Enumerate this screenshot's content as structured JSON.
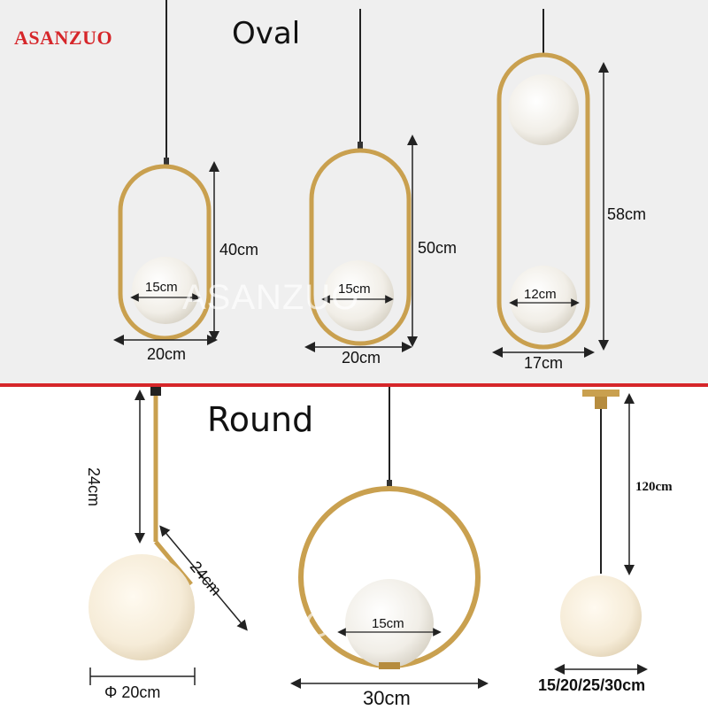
{
  "brand": "ASANZUO",
  "watermarks": [
    "ASANZUO",
    "AUO"
  ],
  "oval": {
    "title": "Oval",
    "products": [
      {
        "height": "40cm",
        "ball": "15cm",
        "width": "20cm"
      },
      {
        "height": "50cm",
        "ball": "15cm",
        "width": "20cm"
      },
      {
        "height": "58cm",
        "ball": "12cm",
        "width": "17cm"
      }
    ]
  },
  "round": {
    "title": "Round",
    "products": [
      {
        "vertical": "24cm",
        "arm": "24cm",
        "ball": "Φ 20cm"
      },
      {
        "ball": "15cm",
        "width": "30cm"
      },
      {
        "cord": "120cm",
        "sizes": "15/20/25/30cm"
      }
    ]
  },
  "colors": {
    "brand": "#d6262a",
    "divider": "#d6262a",
    "gold": "#c9a04f",
    "globe": "#f4f1ea"
  }
}
